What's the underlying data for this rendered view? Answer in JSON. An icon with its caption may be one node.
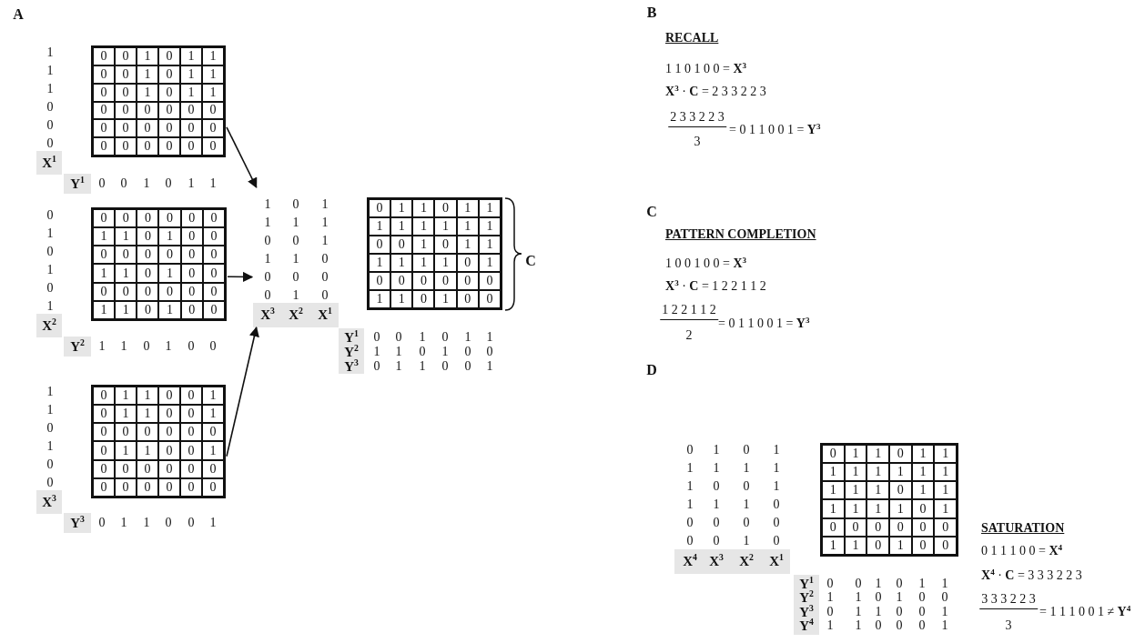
{
  "diagram": {
    "nodes": [
      {
        "text": [
          "0",
          "0",
          "1",
          "0",
          "1",
          "1",
          "0",
          "0",
          "1",
          "0",
          "1",
          "1",
          "0",
          "0",
          "1",
          "0",
          "1",
          "1",
          "0",
          "0",
          "0",
          "0",
          "0",
          "0",
          "0",
          "0",
          "0",
          "0",
          "0",
          "0",
          "0",
          "0",
          "0",
          "0",
          "0",
          "0"
        ]
      },
      {
        "text": [
          "0",
          "0",
          "0",
          "0",
          "0",
          "0",
          "1",
          "1",
          "0",
          "1",
          "0",
          "0",
          "0",
          "0",
          "0",
          "0",
          "0",
          "0",
          "1",
          "1",
          "0",
          "1",
          "0",
          "0",
          "0",
          "0",
          "0",
          "0",
          "0",
          "0",
          "1",
          "1",
          "0",
          "1",
          "0",
          "0"
        ]
      },
      {
        "text": [
          "0",
          "1",
          "1",
          "0",
          "0",
          "1",
          "0",
          "1",
          "1",
          "0",
          "0",
          "1",
          "0",
          "0",
          "0",
          "0",
          "0",
          "0",
          "0",
          "1",
          "1",
          "0",
          "0",
          "1",
          "0",
          "0",
          "0",
          "0",
          "0",
          "0",
          "0",
          "0",
          "0",
          "0",
          "0",
          "0"
        ]
      },
      {
        "text": [
          "1",
          "0",
          "1",
          "1",
          "1",
          "1",
          "0",
          "0",
          "1",
          "1",
          "1",
          "0",
          "0",
          "0",
          "0",
          "0",
          "1",
          "0",
          "X$^{3}$",
          "X$^{2}$",
          "X$^{1}$"
        ]
      },
      {
        "text": [
          "0",
          "1",
          "1",
          "0",
          "1",
          "1",
          "1",
          "1",
          "1",
          "1",
          "1",
          "1",
          "0",
          "0",
          "1",
          "0",
          "1",
          "1",
          "1",
          "1",
          "1",
          "1",
          "0",
          "1",
          "0",
          "0",
          "0",
          "0",
          "0",
          "0",
          "1",
          "1",
          "0",
          "1",
          "0",
          "0"
        ],
        "beside": [
          "C"
        ]
      },
      {
        "text": [
          "0",
          "1",
          "1",
          "0",
          "1",
          "1",
          "1",
          "1",
          "1",
          "1",
          "1",
          "1",
          "1",
          "1",
          "1",
          "0",
          "1",
          "1",
          "1",
          "1",
          "1",
          "1",
          "0",
          "1",
          "0",
          "0",
          "0",
          "0",
          "0",
          "0",
          "1",
          "1",
          "0",
          "1",
          "0",
          "0"
        ]
      }
    ],
    "edges": [
      {
        "from": 0,
        "to": 3,
        "arrow": "to"
      },
      {
        "from": 1,
        "to": 3,
        "arrow": "to"
      },
      {
        "from": 2,
        "to": 3,
        "arrow": "to"
      }
    ],
    "labels": [
      "A",
      "1",
      "1",
      "1",
      "0",
      "0",
      "0",
      "X$^{1}$",
      "Y$^{1}$",
      "0",
      "0",
      "1",
      "0",
      "1",
      "1",
      "0",
      "1",
      "0",
      "1",
      "0",
      "1",
      "X$^{2}$",
      "Y$^{2}$",
      "1",
      "1",
      "0",
      "1",
      "0",
      "0",
      "1",
      "1",
      "0",
      "1",
      "0",
      "0",
      "X$^{3}$",
      "Y$^{3}$",
      "0",
      "1",
      "1",
      "0",
      "0",
      "1",
      "Y$^{1}$",
      "0",
      "0",
      "1",
      "0",
      "1",
      "1",
      "Y$^{2}$",
      "1",
      "1",
      "0",
      "1",
      "0",
      "0",
      "Y$^{3}$",
      "0",
      "1",
      "1",
      "0",
      "0",
      "1",
      "B",
      "RECALL",
      "1 1 0 1 0 0 = **X**$^{3}$",
      "**X**$^{3}$ · **C** = 2 3 3 2 2 3",
      "2 3 3 2 2 3",
      "3",
      "= 0 1 1 0 0 1 = **Y**$^{3}$",
      "C",
      "PATTERN COMPLETION",
      "1 0 0 1 0 0 = **X**$^{3}$",
      "**X**$^{3}$ · **C** = 1 2 2 1 1 2",
      "1 2 2 1 1 2",
      "2",
      "= 0 1 1 0 0 1 = **Y**$^{3}$",
      "D",
      "0",
      "1",
      "0",
      "1",
      "1",
      "1",
      "1",
      "1",
      "1",
      "0",
      "0",
      "1",
      "1",
      "1",
      "1",
      "0",
      "0",
      "0",
      "0",
      "0",
      "0",
      "0",
      "1",
      "0",
      "X$^{4}$",
      "X$^{3}$",
      "X$^{2}$",
      "X$^{1}$",
      "Y$^{1}$",
      "0",
      "0",
      "1",
      "0",
      "1",
      "1",
      "Y$^{2}$",
      "1",
      "1",
      "0",
      "1",
      "0",
      "0",
      "Y$^{3}$",
      "0",
      "1",
      "1",
      "0",
      "0",
      "1",
      "Y$^{4}$",
      "1",
      "1",
      "0",
      "0",
      "0",
      "1",
      "SATURATION",
      "0 1 1 1 0 0 = **X**$^{4}$",
      "**X**$^{4}$ · **C** = 3 3 3 2 2 3",
      "3 3 3 2 2 3",
      "3",
      "= 1 1 1 0 0 1 ≠ **Y**$^{4}$"
    ]
  }
}
